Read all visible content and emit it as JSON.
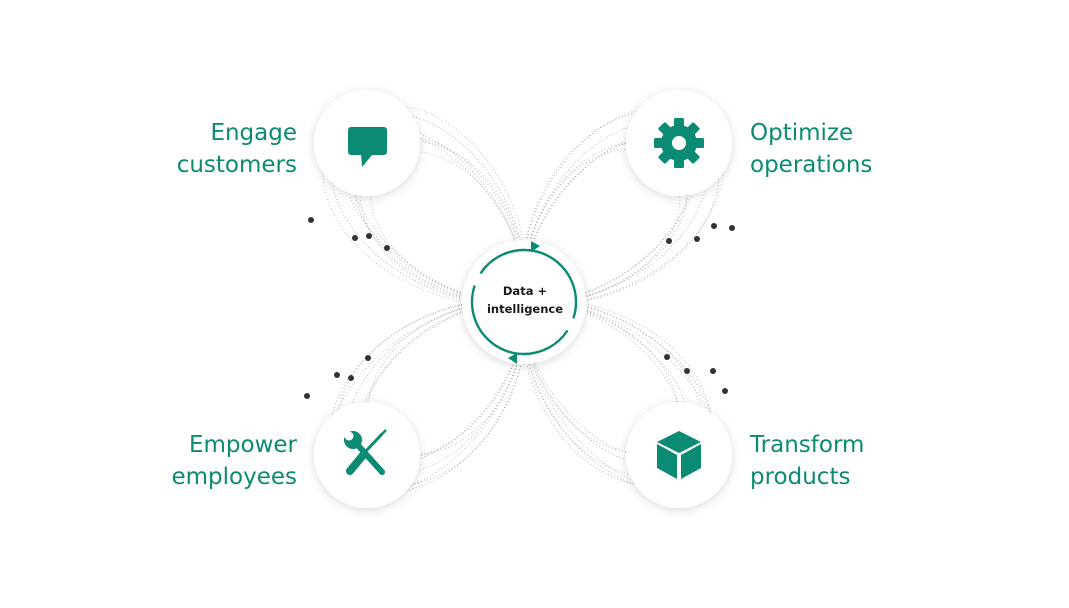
{
  "center": {
    "line1": "Data +",
    "line2": "intelligence"
  },
  "pillars": [
    {
      "id": "engage",
      "line1": "Engage",
      "line2": "customers",
      "icon": "chat-bubble-icon"
    },
    {
      "id": "optimize",
      "line1": "Optimize",
      "line2": "operations",
      "icon": "gear-icon"
    },
    {
      "id": "empower",
      "line1": "Empower",
      "line2": "employees",
      "icon": "wrench-screwdriver-icon"
    },
    {
      "id": "transform",
      "line1": "Transform",
      "line2": "products",
      "icon": "cube-icon"
    }
  ],
  "colors": {
    "accent": "#0b8a74",
    "dots": "#333333",
    "lines": "#8a8a8a",
    "background": "#ffffff"
  }
}
